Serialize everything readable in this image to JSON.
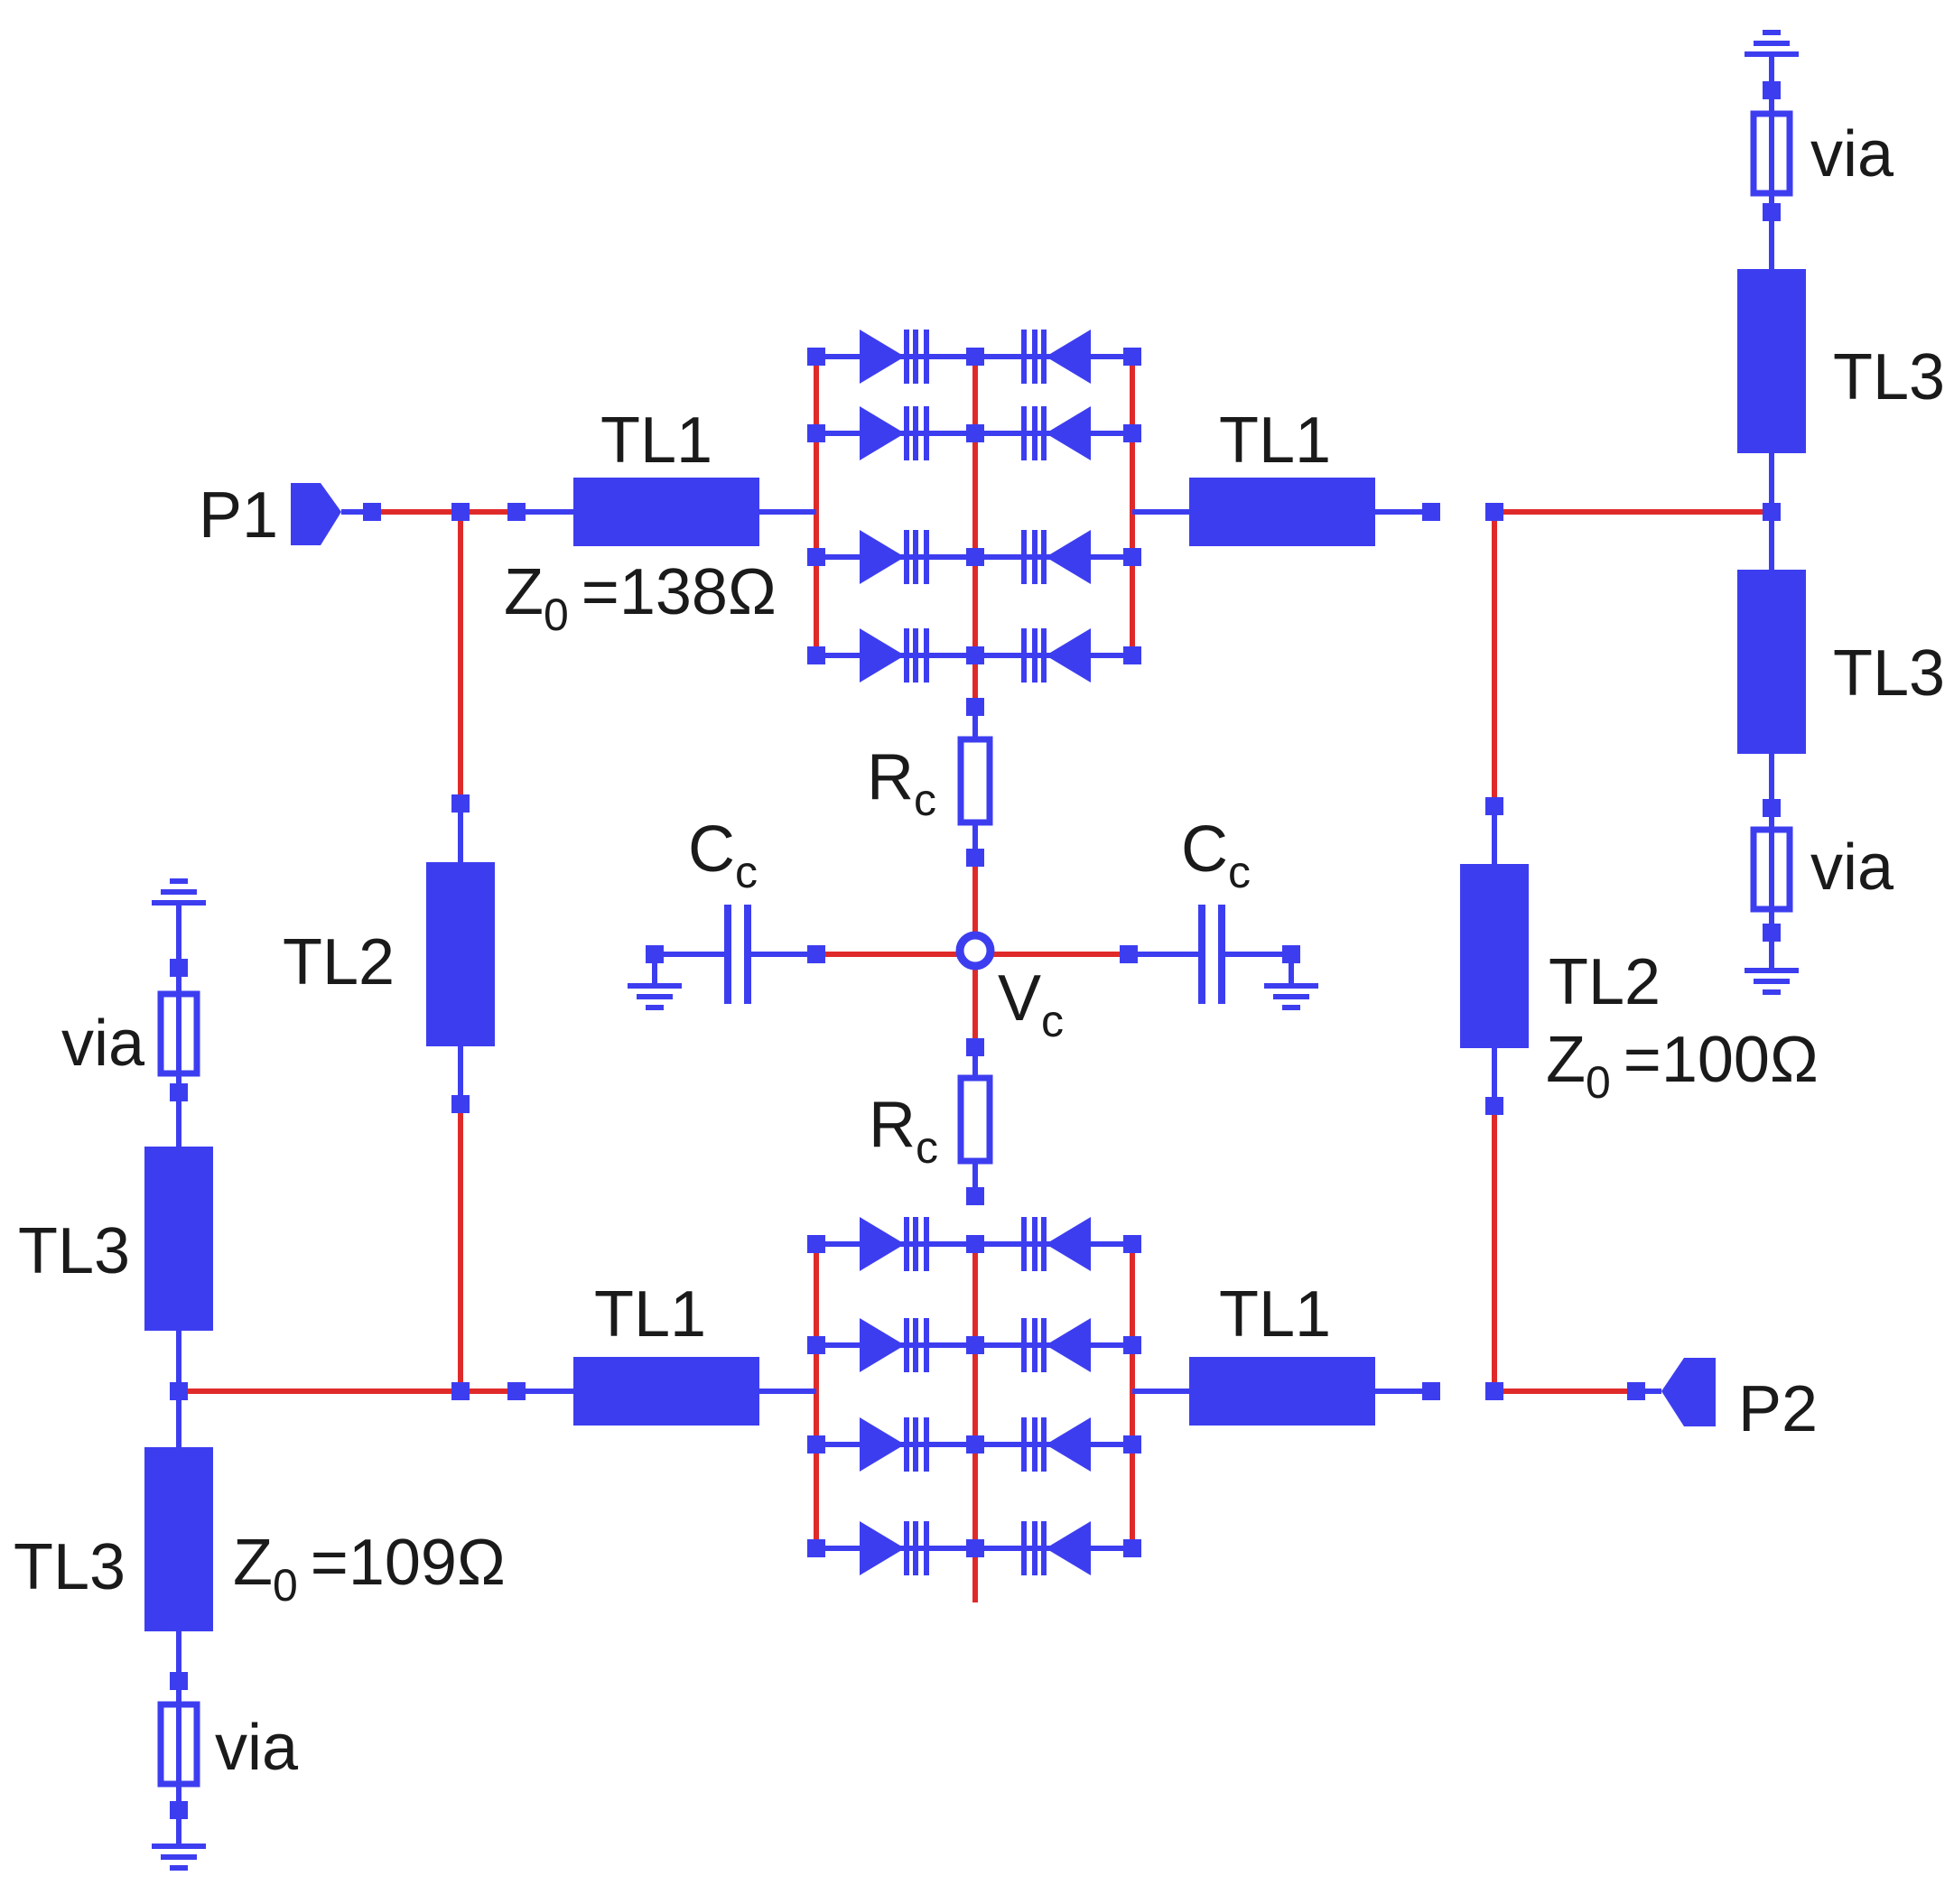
{
  "colors": {
    "component": "#3d3df0",
    "wire": "#e02a2a",
    "text": "#1a1a1a",
    "background": "#ffffff"
  },
  "ports": {
    "p1": "P1",
    "p2": "P2"
  },
  "labels": {
    "tl1": "TL1",
    "tl2": "TL2",
    "tl3": "TL3",
    "via": "via",
    "rc_main": "R",
    "rc_sub": "c",
    "cc_main": "C",
    "cc_sub": "c",
    "vc_main": "V",
    "vc_sub": "c",
    "z_main": "Z",
    "z_sub": "0",
    "z_tl1": "=138Ω",
    "z_tl2": "=100Ω",
    "z_tl3": "=109Ω"
  },
  "diode_banks": {
    "columns": [
      "diode",
      "capacitor",
      "capacitor",
      "diode"
    ],
    "rows_per_bank": 4,
    "banks": [
      "top",
      "bottom"
    ]
  },
  "icons": [
    "port-icon",
    "ground-icon",
    "via-icon",
    "resistor-icon",
    "capacitor-icon",
    "diode-icon",
    "bias-node-icon"
  ]
}
